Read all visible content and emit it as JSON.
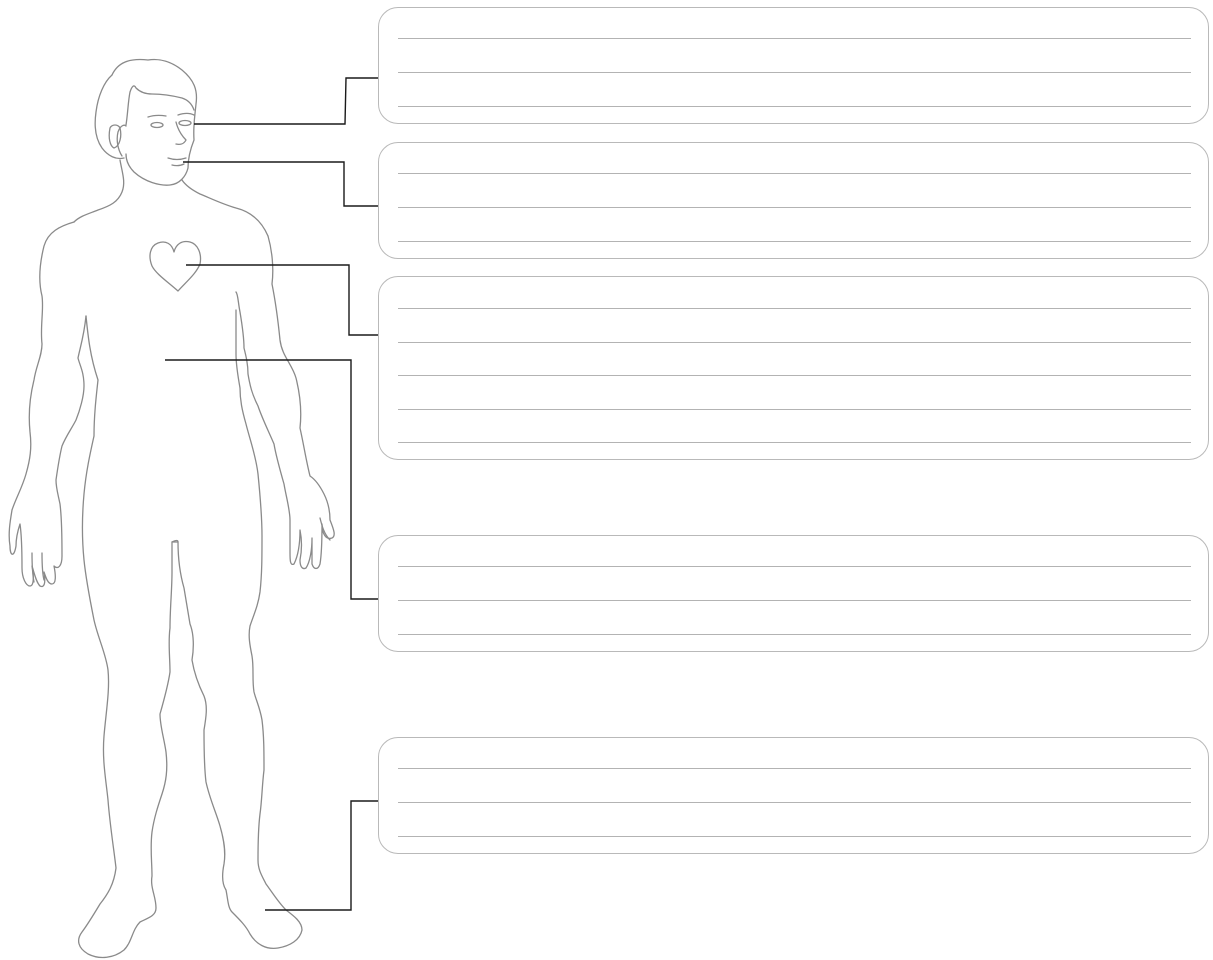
{
  "worksheet": {
    "figure_icon": "human-body-outline-icon",
    "heart_icon": "heart-icon",
    "boxes": [
      {
        "name": "eyes-answer-box",
        "target": "eyes",
        "line_count": 3
      },
      {
        "name": "mouth-answer-box",
        "target": "mouth",
        "line_count": 3
      },
      {
        "name": "heart-answer-box",
        "target": "heart",
        "line_count": 5
      },
      {
        "name": "stomach-answer-box",
        "target": "stomach",
        "line_count": 3
      },
      {
        "name": "feet-answer-box",
        "target": "feet",
        "line_count": 3
      }
    ]
  }
}
